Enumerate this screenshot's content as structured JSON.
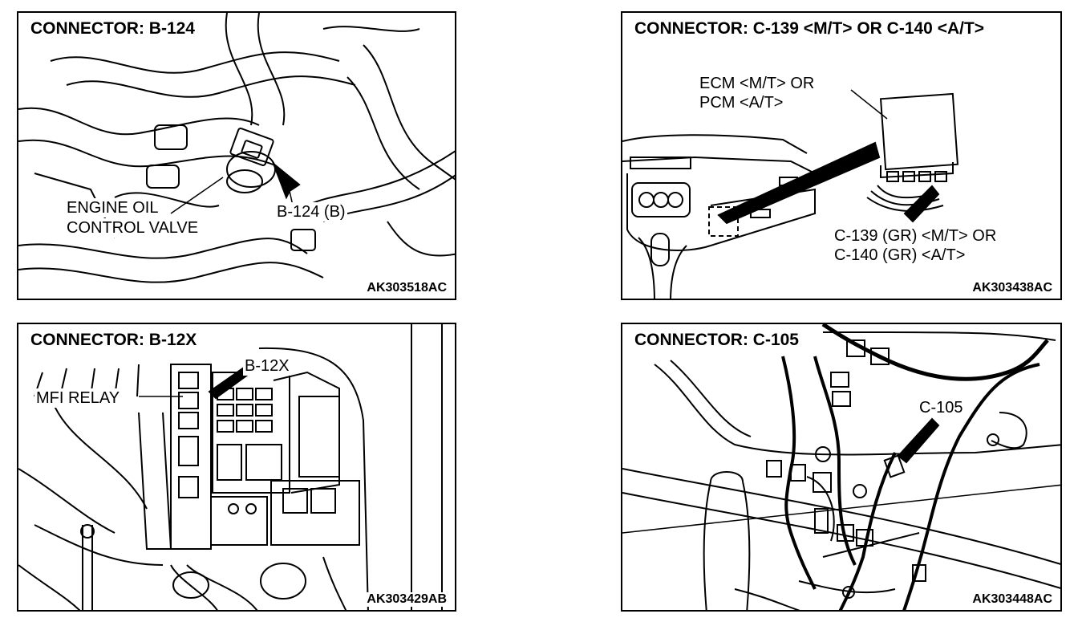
{
  "panels": [
    {
      "title": "CONNECTOR: B-124",
      "code": "AK303518AC",
      "labels": {
        "component_line1": "ENGINE OIL",
        "component_line2": "CONTROL VALVE",
        "connector": "B-124 (B)"
      }
    },
    {
      "title": "CONNECTOR: C-139 <M/T> OR C-140 <A/T>",
      "code": "AK303438AC",
      "labels": {
        "module_line1": "ECM <M/T> OR",
        "module_line2": "PCM <A/T>",
        "connector_line1": "C-139 (GR) <M/T> OR",
        "connector_line2": "C-140 (GR) <A/T>"
      }
    },
    {
      "title": "CONNECTOR: B-12X",
      "code": "AK303429AB",
      "labels": {
        "relay": "MFI RELAY",
        "connector": "B-12X"
      }
    },
    {
      "title": "CONNECTOR: C-105",
      "code": "AK303448AC",
      "labels": {
        "connector": "C-105"
      }
    }
  ],
  "colors": {
    "line": "#000000",
    "background": "#ffffff"
  }
}
